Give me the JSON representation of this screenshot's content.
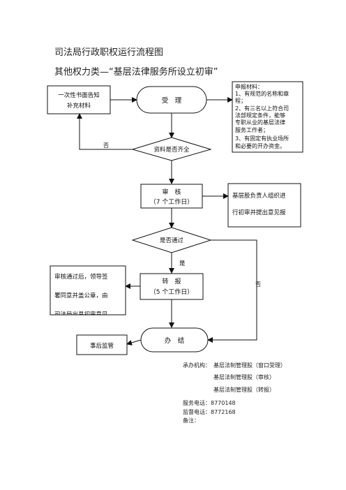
{
  "header": {
    "title": "司法局行政职权运行流程图",
    "subtitle": "其他权力类—“基层法律服务所设立初审”"
  },
  "flow": {
    "supplement_box": [
      "一次性书面告知",
      "补充材料"
    ],
    "accept": "受　理",
    "materials_note": [
      "申报材料：",
      "1、有规范的名称和章",
      "程；",
      "2、有三名以上符合司",
      "法部规定条件，能够",
      "专职从业的基层法律",
      "服务工作者；",
      "3、有固定有执业场所",
      "和必要的开办资金。"
    ],
    "complete_check": "资料是否齐全",
    "no_label_1": "否",
    "review": [
      "审　核",
      "（7 个工作日）"
    ],
    "review_note": [
      "基层股负责人组织进",
      "行初审并提出意见报"
    ],
    "pass_check": "是否通过",
    "yes_label": "是",
    "no_label_2": "否",
    "forward": [
      "转　报",
      "（5 个工作日）"
    ],
    "forward_note": [
      "审核通过后，领导签",
      "署同意并盖公章，由",
      "司法局出具初审意见"
    ],
    "finish": "办　结",
    "supervision": "事后监管"
  },
  "info": {
    "org_label": "承办机构：",
    "org_lines": [
      "基层法制管理股（窗口受理）",
      "基层法制管理股（审核）",
      "基层法制管理股（转报）"
    ],
    "service_phone": "服务电话：8770148",
    "supervise_phone": "监督电话：8772168",
    "remarks": "备注："
  }
}
